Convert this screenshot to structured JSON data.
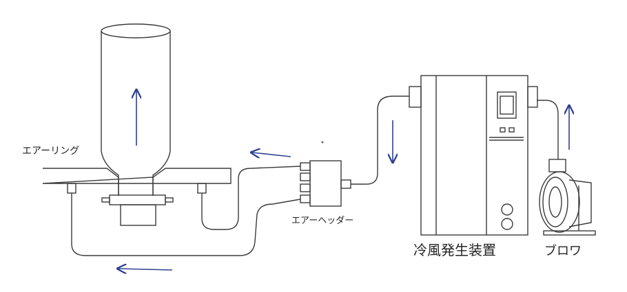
{
  "labels": {
    "air_ring": "エアーリング",
    "air_header": "エアーヘッダー",
    "cold_air_generator": "冷風発生装置",
    "blower": "ブロワ"
  },
  "colors": {
    "line": "#3a3a3a",
    "arrow": "#2e3f8f",
    "background": "#ffffff"
  },
  "icons": {
    "blower": "centrifugal-blower-icon",
    "arrows": "flow-direction-arrow"
  }
}
